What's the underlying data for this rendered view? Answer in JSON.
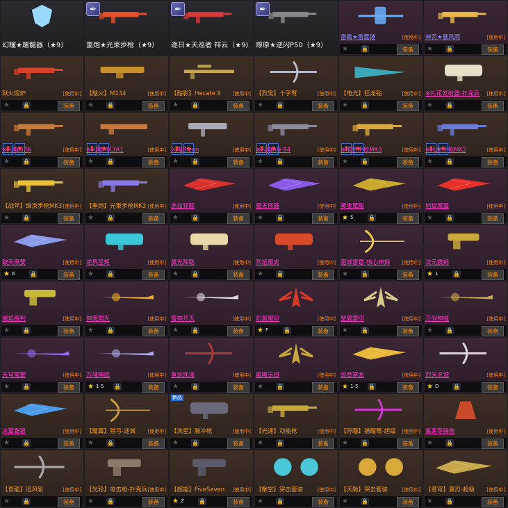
{
  "rows": [
    {
      "cells": [
        {
          "name": "幻瞳★屠龍器（★9）",
          "name_color": "white",
          "bg": "dark",
          "badge": false,
          "big": true,
          "art_color": "#9ad8ff",
          "icon": "shield-icon"
        },
        {
          "name": "重炮★光束步枪（★9）",
          "name_color": "white",
          "bg": "dark",
          "badge": true,
          "big": true,
          "art_color": "#e8502a",
          "icon": "rifle-icon"
        },
        {
          "name": "逐日★天巡者 祥云（★9）",
          "name_color": "white",
          "bg": "dark",
          "badge": true,
          "big": true,
          "art_color": "#d83a3a",
          "icon": "rifle-icon"
        },
        {
          "name": "燎原★逆闪P50（★9）",
          "name_color": "white",
          "bg": "dark",
          "badge": true,
          "big": true,
          "art_color": "#888888",
          "icon": "rifle-icon"
        },
        {
          "name": "雷霸★雷霆锤",
          "name_color": "blue",
          "bg": "purple",
          "status": "[使用中]",
          "equip": "装备",
          "art_color": "#6ab0ff",
          "icon": "hammer-icon"
        },
        {
          "name": "神罚★暴风雨",
          "name_color": "blue",
          "bg": "purple",
          "status": "[使用中]",
          "equip": "装备",
          "art_color": "#e8b84a",
          "icon": "rifle-icon"
        }
      ]
    },
    {
      "cells": [
        {
          "name": "狱火熔炉",
          "name_color": "orange",
          "bg": "brown",
          "status": "[使用中]",
          "equip": "装备",
          "art_color": "#d8402a",
          "icon": "rifle-icon"
        },
        {
          "name": "【骷火】M134",
          "name_color": "orange",
          "bg": "brown",
          "status": "[使用中]",
          "equip": "装备",
          "art_color": "#c8902a",
          "icon": "minigun-icon"
        },
        {
          "name": "【骷影】Hecate Ⅱ",
          "name_color": "orange",
          "bg": "brown",
          "status": "[使用中]",
          "equip": "装备",
          "art_color": "#c8a84a",
          "icon": "sniper-icon"
        },
        {
          "name": "【烈鬼】十字弩",
          "name_color": "orange",
          "bg": "brown",
          "status": "[使用中]",
          "equip": "装备",
          "art_color": "#b8b8c8",
          "icon": "crossbow-icon"
        },
        {
          "name": "【电光】狂龙钻",
          "name_color": "orange",
          "bg": "brown",
          "status": "[使用中]",
          "equip": "装备",
          "art_color": "#3aa8b8",
          "icon": "drill-icon"
        },
        {
          "name": "⊗礼花发射器-扑克兵",
          "name_color": "magenta",
          "bg": "brown",
          "status": "[使用中]",
          "equip": "装备",
          "art_color": "#e8e0c8",
          "icon": "launcher-icon"
        }
      ]
    },
    {
      "cells": [
        {
          "name": "⊗闪电G36",
          "name_color": "magenta",
          "bg": "brown",
          "status": "[使用中]",
          "equip": "装备",
          "art_color": "#c87a3a",
          "icon": "rifle-icon",
          "gadgets": true
        },
        {
          "name": "⊗闪电MK3A1",
          "name_color": "magenta",
          "bg": "brown",
          "status": "[使用中]",
          "equip": "装备",
          "art_color": "#c8783a",
          "icon": "shotgun-icon",
          "gadgets": true
        },
        {
          "name": "闪电Bizon",
          "name_color": "magenta",
          "bg": "brown",
          "status": "[使用中]",
          "equip": "装备",
          "art_color": "#a8a8b8",
          "icon": "smg-icon",
          "gadgets": true
        },
        {
          "name": "⊗闪电AN-94",
          "name_color": "magenta",
          "bg": "brown",
          "status": "[使用中]",
          "equip": "装备",
          "art_color": "#8a8a9a",
          "icon": "rifle-icon",
          "gadgets": true
        },
        {
          "name": "⊗维京步枪MK3",
          "name_color": "magenta",
          "bg": "brown",
          "status": "[使用中]",
          "equip": "装备",
          "art_color": "#d8a83a",
          "icon": "rifle-icon",
          "gadgets": true
        },
        {
          "name": "⊗光束步枪MK2",
          "name_color": "magenta",
          "bg": "brown",
          "status": "[使用中]",
          "equip": "装备",
          "art_color": "#6a7ad8",
          "icon": "rifle-icon",
          "gadgets": true
        }
      ]
    },
    {
      "cells": [
        {
          "name": "【战斧】维京步枪MK3",
          "name_color": "orange",
          "bg": "brown",
          "status": "[使用中]",
          "equip": "装备",
          "art_color": "#e8c03a",
          "icon": "rifle-icon"
        },
        {
          "name": "【重炮】光束步枪MK3",
          "name_color": "orange",
          "bg": "brown",
          "status": "[使用中]",
          "equip": "装备",
          "art_color": "#8a7ae8",
          "icon": "rifle-icon"
        },
        {
          "name": "赤血狂龍",
          "name_color": "magenta",
          "bg": "purple",
          "status": "[使用中]",
          "equip": "装备",
          "art_color": "#d8302a",
          "icon": "blade-gun-icon"
        },
        {
          "name": "魔天修羅",
          "name_color": "magenta",
          "bg": "purple",
          "status": "[使用中]",
          "equip": "装备",
          "art_color": "#8a5ae8",
          "icon": "blade-gun-icon"
        },
        {
          "name": "黄金驚龍",
          "name_color": "magenta",
          "bg": "purple",
          "status": "[使用中]",
          "equip": "装备",
          "art_color": "#c8a82a",
          "icon": "blade-gun-icon",
          "star": true,
          "level": "5"
        },
        {
          "name": "地獄魔翼",
          "name_color": "magenta",
          "bg": "purple",
          "status": "[使用中]",
          "equip": "装备",
          "art_color": "#e8302a",
          "icon": "blade-gun-icon"
        }
      ]
    },
    {
      "cells": [
        {
          "name": "破天無雙",
          "name_color": "magenta",
          "bg": "purple",
          "status": "[使用中]",
          "equip": "装备",
          "art_color": "#8a9ae8",
          "icon": "blade-gun-icon",
          "star": true,
          "level": "6"
        },
        {
          "name": "逆界星矩",
          "name_color": "magenta",
          "bg": "purple",
          "status": "[使用中]",
          "equip": "装备",
          "art_color": "#3ac8d8",
          "icon": "launcher-icon"
        },
        {
          "name": "魔光降臨",
          "name_color": "magenta",
          "bg": "purple",
          "status": "[使用中]",
          "equip": "装备",
          "art_color": "#e8d8a8",
          "icon": "launcher-icon"
        },
        {
          "name": "烈焰魔虎",
          "name_color": "magenta",
          "bg": "purple",
          "status": "[使用中]",
          "equip": "装备",
          "art_color": "#d84a2a",
          "icon": "launcher-icon"
        },
        {
          "name": "驱城雷霆-核心神鍊",
          "name_color": "magenta",
          "bg": "purple",
          "status": "[使用中]",
          "equip": "装备",
          "art_color": "#e8c84a",
          "icon": "bow-icon"
        },
        {
          "name": "次元震撼",
          "name_color": "magenta",
          "bg": "purple",
          "status": "[使用中]",
          "equip": "装备",
          "art_color": "#c8a83a",
          "icon": "pistol-icon",
          "star": true,
          "level": "1"
        }
      ]
    },
    {
      "cells": [
        {
          "name": "熾焰審判",
          "name_color": "magenta",
          "bg": "purple",
          "status": "[使用中]",
          "equip": "装备",
          "art_color": "#c8b83a",
          "icon": "pistol-icon"
        },
        {
          "name": "神鳳開天",
          "name_color": "magenta",
          "bg": "purple",
          "status": "[使用中]",
          "equip": "装备",
          "art_color": "#e8a82a",
          "icon": "spear-icon"
        },
        {
          "name": "雷神开天",
          "name_color": "magenta",
          "bg": "purple",
          "status": "[使用中]",
          "equip": "装备",
          "art_color": "#d8d8e8",
          "icon": "spear-icon"
        },
        {
          "name": "炽翼魔印",
          "name_color": "magenta",
          "bg": "purple",
          "status": "[使用中]",
          "equip": "装备",
          "art_color": "#d83a2a",
          "icon": "wings-icon",
          "star": true,
          "level": "F"
        },
        {
          "name": "聖翼雷印",
          "name_color": "magenta",
          "bg": "purple",
          "status": "[使用中]",
          "equip": "装备",
          "art_color": "#d8c88a",
          "icon": "wings-icon"
        },
        {
          "name": "万剑神威",
          "name_color": "magenta",
          "bg": "purple",
          "status": "[使用中]",
          "equip": "装备",
          "art_color": "#c8a84a",
          "icon": "spear-icon"
        }
      ]
    },
    {
      "cells": [
        {
          "name": "天穹雷鞭",
          "name_color": "magenta",
          "bg": "purple",
          "status": "[使用中]",
          "equip": "装备",
          "art_color": "#8a6ae8",
          "icon": "spear-icon"
        },
        {
          "name": "万魂神威",
          "name_color": "magenta",
          "bg": "purple",
          "status": "[使用中]",
          "equip": "装备",
          "art_color": "#a8a8e8",
          "icon": "spear-icon",
          "star": true,
          "level": "1-5"
        },
        {
          "name": "重装疾凛",
          "name_color": "magenta",
          "bg": "purple",
          "status": "[使用中]",
          "equip": "装备",
          "art_color": "#a83a3a",
          "icon": "crossbow-icon"
        },
        {
          "name": "晨曦玉纽",
          "name_color": "magenta",
          "bg": "purple",
          "status": "[使用中]",
          "equip": "装备",
          "art_color": "#c8a83a",
          "icon": "wings-icon"
        },
        {
          "name": "蛟骨寒龙",
          "name_color": "magenta",
          "bg": "purple",
          "status": "[使用中]",
          "equip": "装备",
          "art_color": "#e8b83a",
          "icon": "blade-gun-icon",
          "star": true,
          "level": "1-5"
        },
        {
          "name": "烈天炎源",
          "name_color": "magenta",
          "bg": "purple",
          "status": "[使用中]",
          "equip": "装备",
          "art_color": "#d8d8d8",
          "icon": "crossbow-icon",
          "star": true,
          "level": "D"
        }
      ]
    },
    {
      "cells": [
        {
          "name": "冰翼霜银",
          "name_color": "magenta",
          "bg": "brown",
          "status": "[使用中]",
          "equip": "装备",
          "art_color": "#4a9ae8",
          "icon": "blade-gun-icon"
        },
        {
          "name": "【瓊翼】猎弓-迷城",
          "name_color": "orange",
          "bg": "brown",
          "status": "[使用中]",
          "equip": "装备",
          "art_color": "#c89a3a",
          "icon": "bow-icon"
        },
        {
          "name": "【流星】脉冲枪",
          "name_color": "orange",
          "bg": "brown",
          "status": "[使用中]",
          "equip": "装备",
          "art_color": "#6a6a7a",
          "icon": "launcher-icon",
          "new": "新品"
        },
        {
          "name": "【光速】动能枪",
          "name_color": "orange",
          "bg": "brown",
          "status": "[使用中]",
          "equip": "装备",
          "art_color": "#c8a83a",
          "icon": "rifle-icon"
        },
        {
          "name": "【异瞳】猫瞳弩-超级",
          "name_color": "orange",
          "bg": "brown",
          "status": "[使用中]",
          "equip": "装备",
          "art_color": "#c83ac8",
          "icon": "crossbow-icon"
        },
        {
          "name": "集束导弹舱",
          "name_color": "magenta",
          "bg": "brown",
          "status": "[使用中]",
          "equip": "装备",
          "art_color": "#c84a2a",
          "icon": "pod-icon"
        }
      ]
    },
    {
      "cells": [
        {
          "name": "【青龍】迅风轮",
          "name_color": "orange",
          "bg": "brown",
          "status": "[使用中]",
          "equip": "装备",
          "art_color": "#a8a8a8",
          "icon": "crossbow-icon"
        },
        {
          "name": "【光轮】电击枪-扑克兵",
          "name_color": "orange",
          "bg": "brown",
          "status": "[使用中]",
          "equip": "装备",
          "art_color": "#8a7a6a",
          "icon": "pistol-icon"
        },
        {
          "name": "【超能】FiveSeven",
          "name_color": "orange",
          "bg": "brown",
          "status": "[使用中]",
          "equip": "装备",
          "art_color": "#5a5a6a",
          "icon": "pistol-icon",
          "star": true,
          "level": "Z"
        },
        {
          "name": "【擊空】突击套装",
          "name_color": "orange",
          "bg": "brown",
          "status": "[使用中]",
          "equip": "装备",
          "art_color": "#4ac8d8",
          "icon": "gauntlet-icon"
        },
        {
          "name": "【天馳】突击套装",
          "name_color": "orange",
          "bg": "brown",
          "status": "[使用中]",
          "equip": "装备",
          "art_color": "#d8a83a",
          "icon": "gauntlet-icon"
        },
        {
          "name": "【苍穹】翼刃-超级",
          "name_color": "orange",
          "bg": "brown",
          "status": "[使用中]",
          "equip": "装备",
          "art_color": "#c8a84a",
          "icon": "blade-gun-icon"
        }
      ]
    }
  ]
}
